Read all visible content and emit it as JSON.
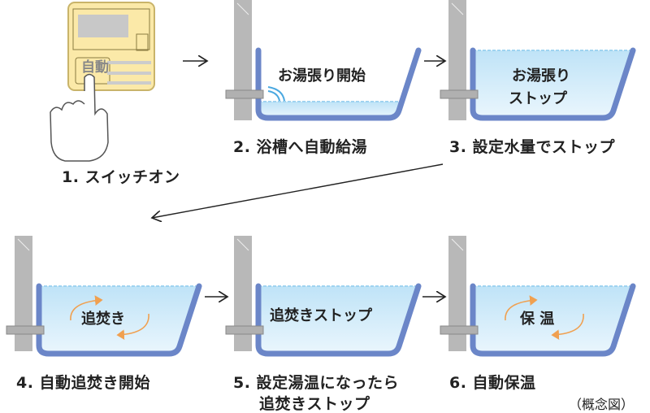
{
  "colors": {
    "tub": "#6b86c8",
    "water_top": "#bfe3f7",
    "water_bottom": "#eaf6fd",
    "wall": "#b8b8b8",
    "arrow": "#f0a050",
    "panel": "#fbe9a8"
  },
  "panel": {
    "button_label": "自動"
  },
  "steps": [
    {
      "label": "1. スイッチオン"
    },
    {
      "label": "2. 浴槽へ自動給湯",
      "inner": "お湯張り開始"
    },
    {
      "label": "3. 設定水量でストップ",
      "inner_line1": "お湯張り",
      "inner_line2": "ストップ"
    },
    {
      "label": "4. 自動追焚き開始",
      "inner": "追焚き"
    },
    {
      "label_line1": "5. 設定湯温になったら",
      "label_line2": "追焚きストップ",
      "inner": "追焚きストップ"
    },
    {
      "label": "6. 自動保温",
      "inner": "保 温"
    }
  ],
  "note": "（概念図）"
}
